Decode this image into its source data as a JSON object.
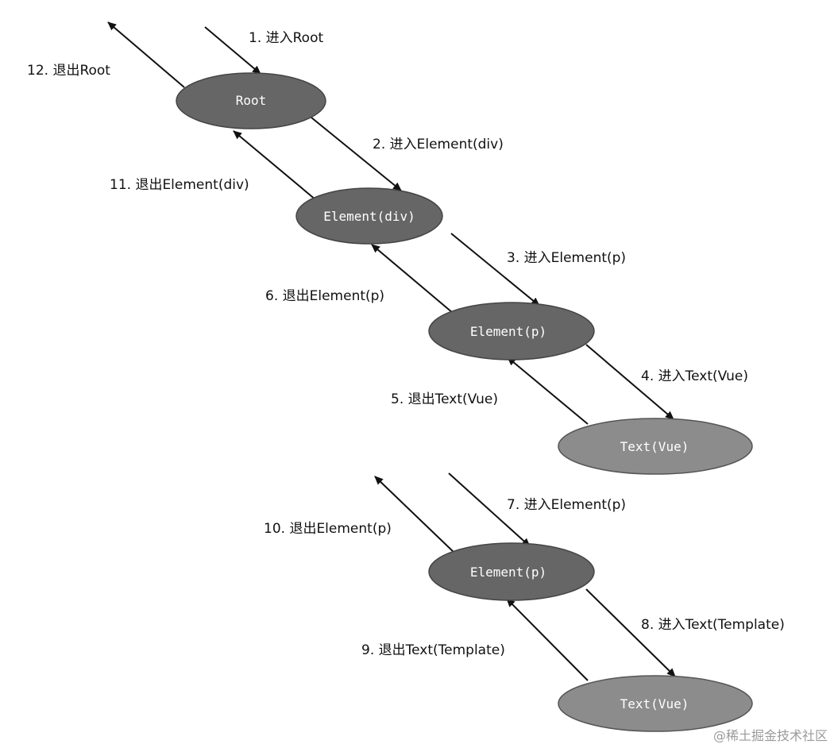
{
  "colors": {
    "node_dark": "#666666",
    "node_light": "#8c8c8c",
    "node_stroke": "#444444",
    "arrow": "#111111",
    "text": "#111111",
    "node_text": "#ffffff"
  },
  "nodes": [
    {
      "id": "root",
      "label": "Root",
      "shade": "dark"
    },
    {
      "id": "element-div",
      "label": "Element(div)",
      "shade": "dark"
    },
    {
      "id": "element-p-1",
      "label": "Element(p)",
      "shade": "dark"
    },
    {
      "id": "text-vue-1",
      "label": "Text(Vue)",
      "shade": "light"
    },
    {
      "id": "element-p-2",
      "label": "Element(p)",
      "shade": "dark"
    },
    {
      "id": "text-vue-2",
      "label": "Text(Vue)",
      "shade": "light"
    }
  ],
  "edges": [
    {
      "id": "e1",
      "label": "1. 进入Root"
    },
    {
      "id": "e2",
      "label": "2. 进入Element(div)"
    },
    {
      "id": "e3",
      "label": "3. 进入Element(p)"
    },
    {
      "id": "e4",
      "label": "4. 进入Text(Vue)"
    },
    {
      "id": "e5",
      "label": "5. 退出Text(Vue)"
    },
    {
      "id": "e6",
      "label": "6. 退出Element(p)"
    },
    {
      "id": "e7",
      "label": "7. 进入Element(p)"
    },
    {
      "id": "e8",
      "label": "8. 进入Text(Template)"
    },
    {
      "id": "e9",
      "label": "9. 退出Text(Template)"
    },
    {
      "id": "e10",
      "label": "10. 退出Element(p)"
    },
    {
      "id": "e11",
      "label": "11. 退出Element(div)"
    },
    {
      "id": "e12",
      "label": "12. 退出Root"
    }
  ],
  "watermark": "@稀土掘金技术社区"
}
